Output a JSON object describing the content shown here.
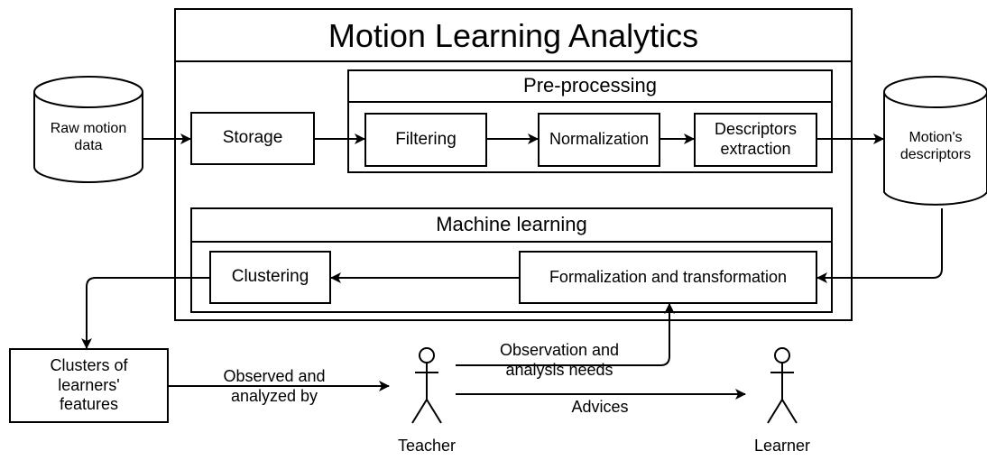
{
  "title": "Motion Learning Analytics",
  "raw_data": "Raw motion\ndata",
  "storage": "Storage",
  "preprocessing": {
    "title": "Pre-processing",
    "filtering": "Filtering",
    "normalization": "Normalization",
    "descriptors_extraction": "Descriptors\nextraction"
  },
  "descriptors_db": "Motion's\ndescriptors",
  "machine_learning": {
    "title": "Machine learning",
    "clustering": "Clustering",
    "formalization": "Formalization and transformation"
  },
  "clusters": "Clusters of\nlearners'\nfeatures",
  "observed_label": "Observed and\nanalyzed by",
  "needs_label": "Observation and\nanalysis needs",
  "advices_label": "Advices",
  "teacher": "Teacher",
  "learner": "Learner"
}
